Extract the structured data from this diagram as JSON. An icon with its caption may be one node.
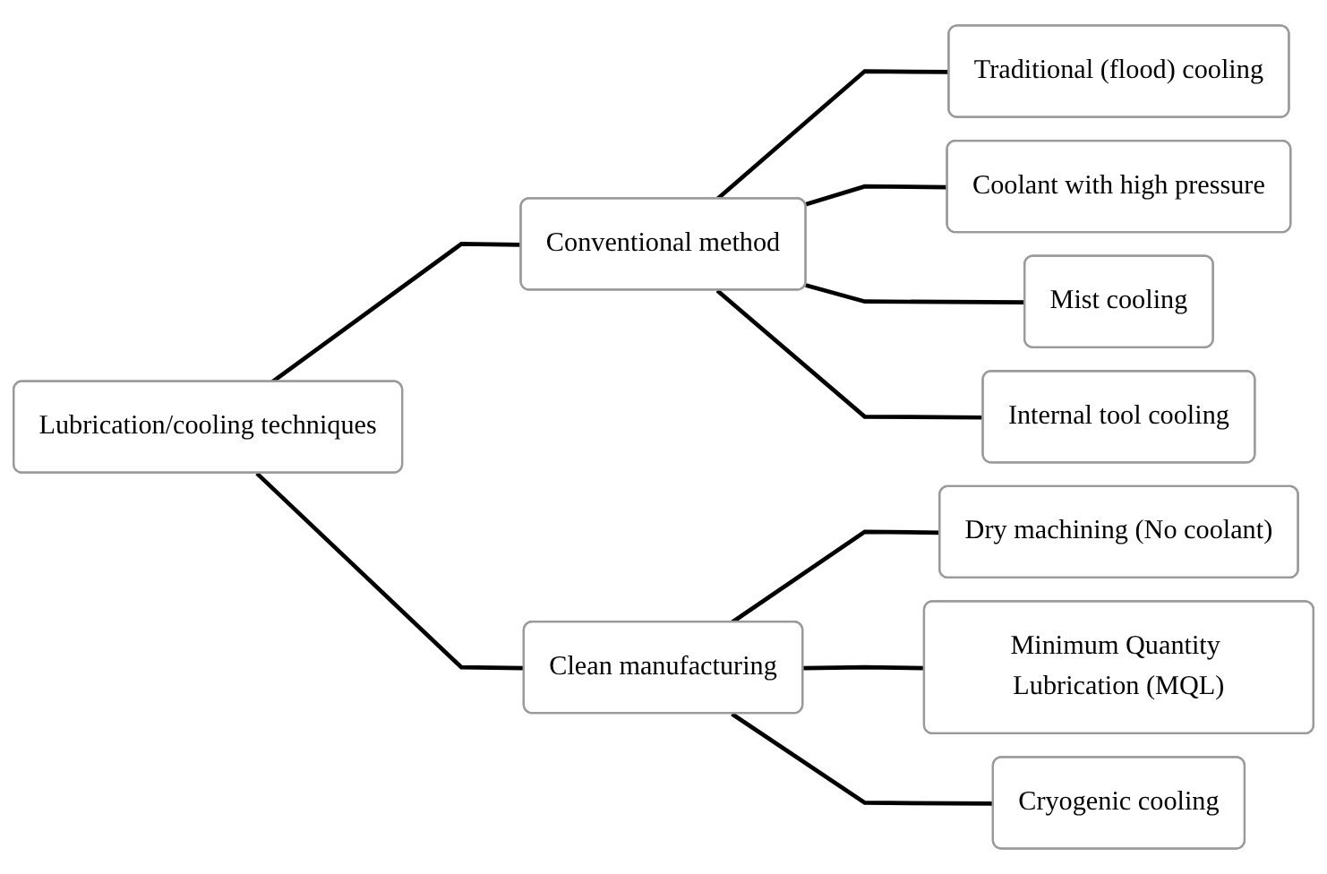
{
  "diagram": {
    "nodes": [
      {
        "text": [
          "Lubrication/cooling techniques"
        ]
      },
      {
        "text": [
          "Conventional method"
        ]
      },
      {
        "text": [
          "Traditional (flood) cooling"
        ]
      },
      {
        "text": [
          "Coolant with high pressure"
        ]
      },
      {
        "text": [
          "Mist cooling"
        ]
      },
      {
        "text": [
          "Internal tool cooling"
        ]
      },
      {
        "text": [
          "Clean manufacturing"
        ]
      },
      {
        "text": [
          "Dry machining (No coolant)"
        ]
      },
      {
        "text": [
          "Minimum Quantity Lubrication (MQL)"
        ]
      },
      {
        "text": [
          "Cryogenic cooling"
        ]
      }
    ],
    "edges": [
      {
        "from": 0,
        "to": 1,
        "arrow": "none"
      },
      {
        "from": 0,
        "to": 6,
        "arrow": "none"
      },
      {
        "from": 1,
        "to": 2,
        "arrow": "none"
      },
      {
        "from": 1,
        "to": 3,
        "arrow": "none"
      },
      {
        "from": 1,
        "to": 4,
        "arrow": "none"
      },
      {
        "from": 1,
        "to": 5,
        "arrow": "none"
      },
      {
        "from": 6,
        "to": 7,
        "arrow": "none"
      },
      {
        "from": 6,
        "to": 8,
        "arrow": "none"
      },
      {
        "from": 6,
        "to": 9,
        "arrow": "none"
      }
    ]
  }
}
